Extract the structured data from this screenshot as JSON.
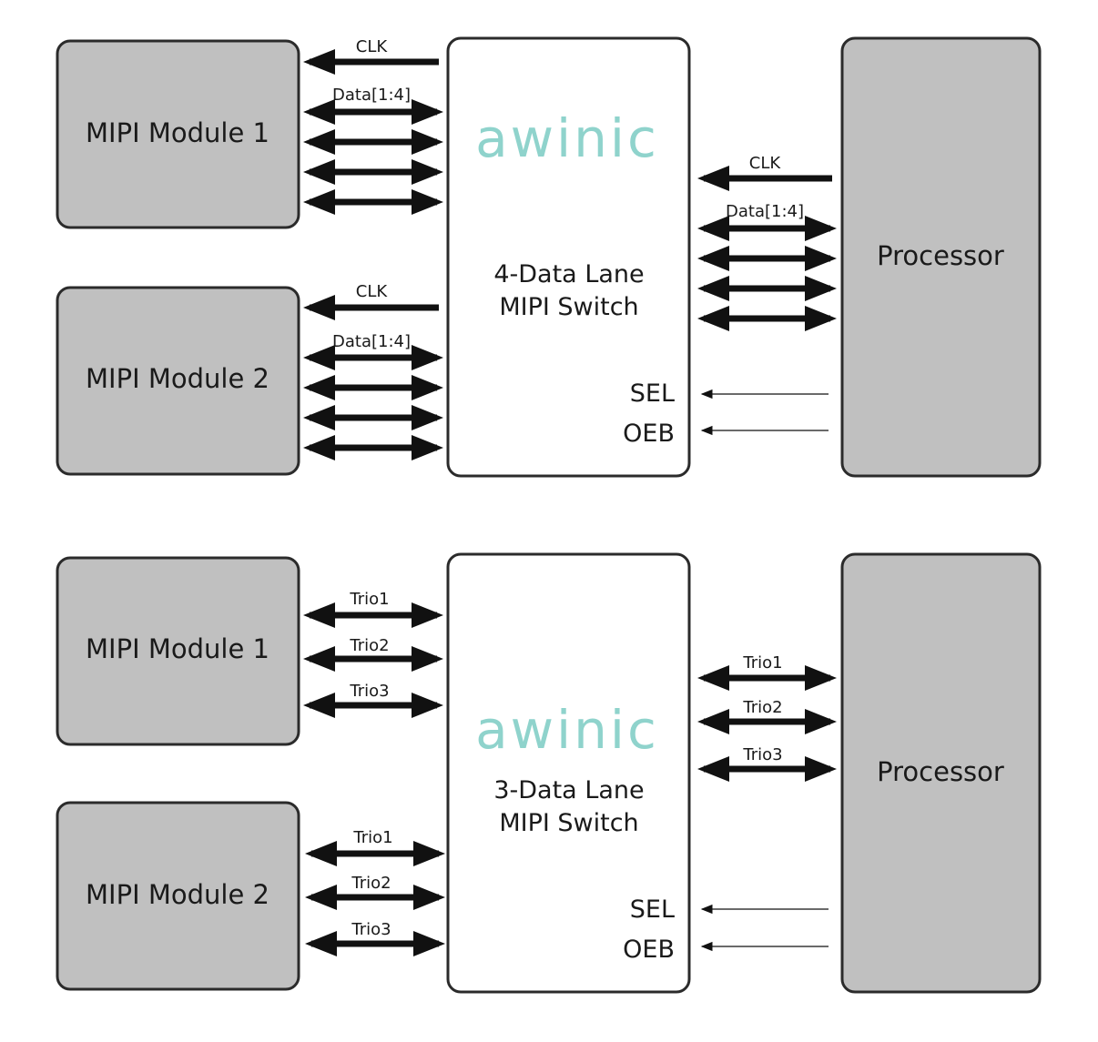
{
  "diagrams": [
    {
      "module1": "MIPI Module 1",
      "module2": "MIPI Module 2",
      "switch_brand": "awinic",
      "switch_line1": "4-Data Lane",
      "switch_line2": "MIPI Switch",
      "sel": "SEL",
      "oeb": "OEB",
      "processor": "Processor",
      "clk_label": "CLK",
      "data_label": "Data[1:4]"
    },
    {
      "module1": "MIPI Module 1",
      "module2": "MIPI Module 2",
      "switch_brand": "awinic",
      "switch_line1": "3-Data Lane",
      "switch_line2": "MIPI Switch",
      "sel": "SEL",
      "oeb": "OEB",
      "processor": "Processor",
      "trio1": "Trio1",
      "trio2": "Trio2",
      "trio3": "Trio3"
    }
  ],
  "colors": {
    "block_fill": "#c0c0c0",
    "block_stroke": "#2b2b2b",
    "switch_fill": "#ffffff",
    "logo": "#8fd3cc",
    "arrow": "#111111"
  }
}
